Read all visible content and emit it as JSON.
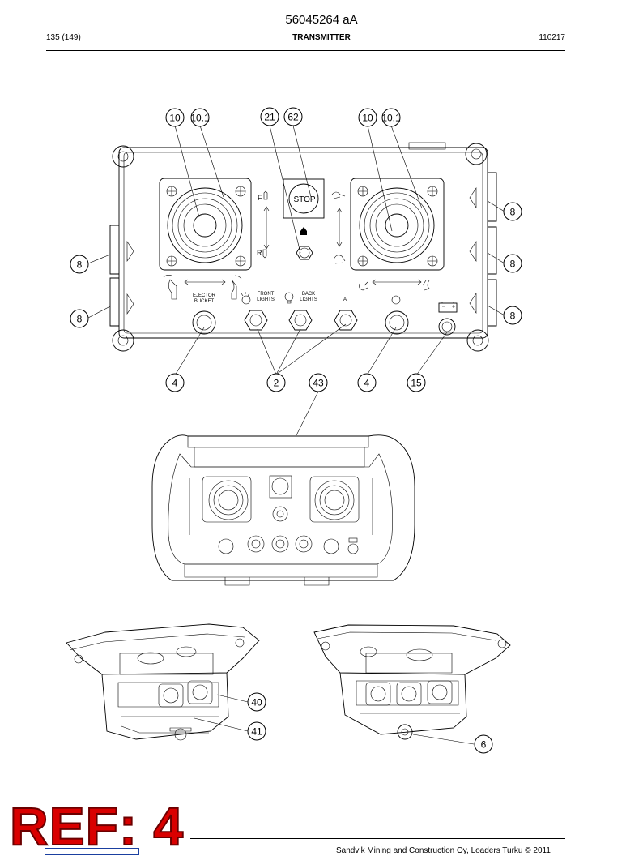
{
  "header": {
    "document_number": "56045264 aA",
    "page": "135 (149)",
    "title": "TRANSMITTER",
    "date_code": "110217"
  },
  "panel_labels": {
    "stop": "STOP",
    "forward": "F",
    "reverse": "R",
    "ejector_bucket": [
      "EJECTOR",
      "BUCKET"
    ],
    "front_lights": [
      "FRONT",
      "LIGHTS"
    ],
    "back_lights": [
      "BACK",
      "LIGHTS"
    ],
    "a": "A"
  },
  "callouts": {
    "c10_left": "10",
    "c101_left": "10.1",
    "c21": "21",
    "c62": "62",
    "c10_right": "10",
    "c101_right": "10.1",
    "c8_l1": "8",
    "c8_l2": "8",
    "c8_r1": "8",
    "c8_r2": "8",
    "c8_r3": "8",
    "c4_left": "4",
    "c2": "2",
    "c43": "43",
    "c4_right": "4",
    "c15": "15",
    "c40": "40",
    "c41": "41",
    "c6": "6"
  },
  "stamp": {
    "text": "REF: 4"
  },
  "footer": {
    "copyright": "Sandvik Mining and Construction Oy, Loaders Turku © 2011"
  },
  "icons": [
    "joystick-icon",
    "stop-button-icon",
    "battery-icon",
    "light-bulb-icon",
    "bucket-icon"
  ]
}
